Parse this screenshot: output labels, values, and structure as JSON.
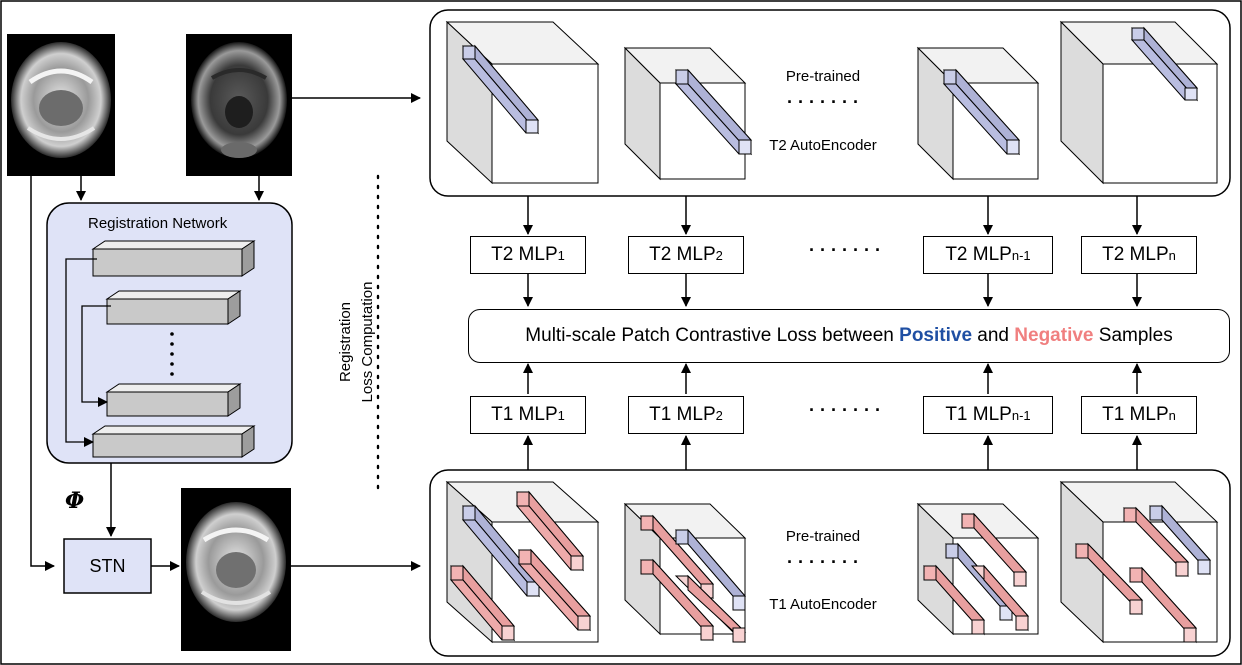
{
  "diagram": {
    "registration_network": {
      "title": "Registration Network"
    },
    "phi_symbol": "Φ",
    "stn_label": "STN",
    "vertical_caption": {
      "line1": "Registration",
      "line2": "Loss Computation"
    },
    "t2_encoder": {
      "line1": "Pre-trained",
      "dots": "· · · · · · ·",
      "line2": "T2 AutoEncoder"
    },
    "t1_encoder": {
      "line1": "Pre-trained",
      "dots": "· · · · · · ·",
      "line2": "T1 AutoEncoder"
    },
    "t2_mlps": [
      {
        "base": "T2 MLP",
        "sub": "1"
      },
      {
        "base": "T2 MLP",
        "sub": "2"
      },
      {
        "base": "T2 MLP",
        "sub": "n-1"
      },
      {
        "base": "T2 MLP",
        "sub": "n"
      }
    ],
    "t1_mlps": [
      {
        "base": "T1 MLP",
        "sub": "1"
      },
      {
        "base": "T1 MLP",
        "sub": "2"
      },
      {
        "base": "T1 MLP",
        "sub": "n-1"
      },
      {
        "base": "T1 MLP",
        "sub": "n"
      }
    ],
    "mlp_dots": "· · · · · · ·",
    "loss": {
      "prefix": "Multi-scale Patch Contrastive Loss between ",
      "positive": "Positive",
      "middle": " and ",
      "negative": "Negative",
      "suffix": " Samples"
    },
    "colors": {
      "positive": "#1f4fa3",
      "negative": "#f07f7f",
      "patch_blue": "#c9cde8",
      "patch_red": "#f2b3b3",
      "reg_bg": "#dfe3f7",
      "stn_bg": "#dfe3f7"
    }
  }
}
